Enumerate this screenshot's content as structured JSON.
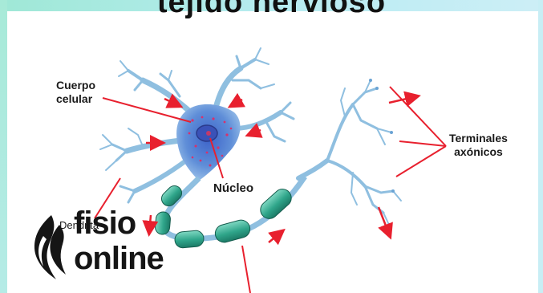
{
  "title": "tejido nervioso",
  "labels": {
    "cell_body": [
      "Cuerpo",
      "celular"
    ],
    "nucleus": "Núcleo",
    "axon_terminals": [
      "Terminales",
      "axónicos"
    ],
    "dendrite": "Dendrita"
  },
  "logo": {
    "line1": "fisio",
    "line2": "online"
  },
  "colors": {
    "soma": "#5b8fd6",
    "dendrite": "#8fbfe0",
    "myelin": "#3fb49a",
    "arrow": "#e8202e",
    "nucleus_dot": "#d8316d"
  }
}
